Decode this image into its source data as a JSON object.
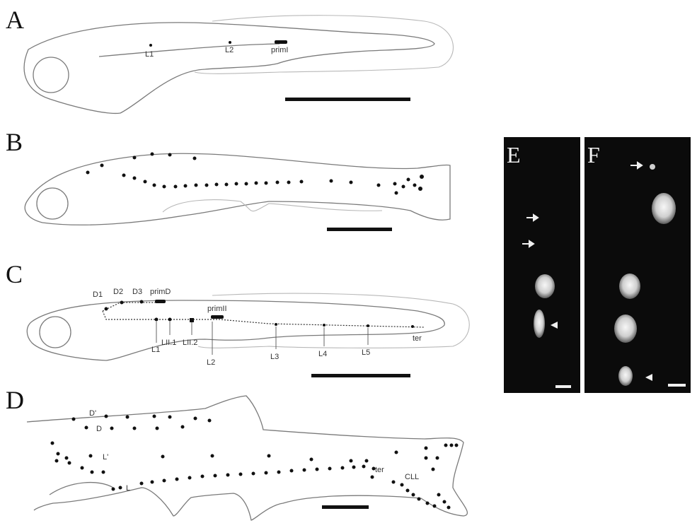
{
  "panels": {
    "A": {
      "letter": "A",
      "labels": {
        "l1": "L1",
        "l2": "L2",
        "primI": "primI"
      }
    },
    "B": {
      "letter": "B"
    },
    "C": {
      "letter": "C",
      "labels": {
        "d1": "D1",
        "d2": "D2",
        "d3": "D3",
        "primD": "primD",
        "primI": "primII",
        "l1": "L1",
        "l2": "L2",
        "l3": "L3",
        "l4": "L4",
        "l5": "L5",
        "lii1": "LII.1",
        "lii2": "LII.2",
        "ter": "ter"
      }
    },
    "D": {
      "letter": "D",
      "labels": {
        "dprime": "D'",
        "d": "D",
        "lprime": "L'",
        "l": "L",
        "ter": "ter",
        "cll": "CLL"
      }
    },
    "E": {
      "letter": "E"
    },
    "F": {
      "letter": "F"
    }
  },
  "colors": {
    "outline": "#7a7a7a",
    "dots": "#111111",
    "micrograph_bg": "#0b0b0b",
    "cell": "#e8e8e8"
  }
}
